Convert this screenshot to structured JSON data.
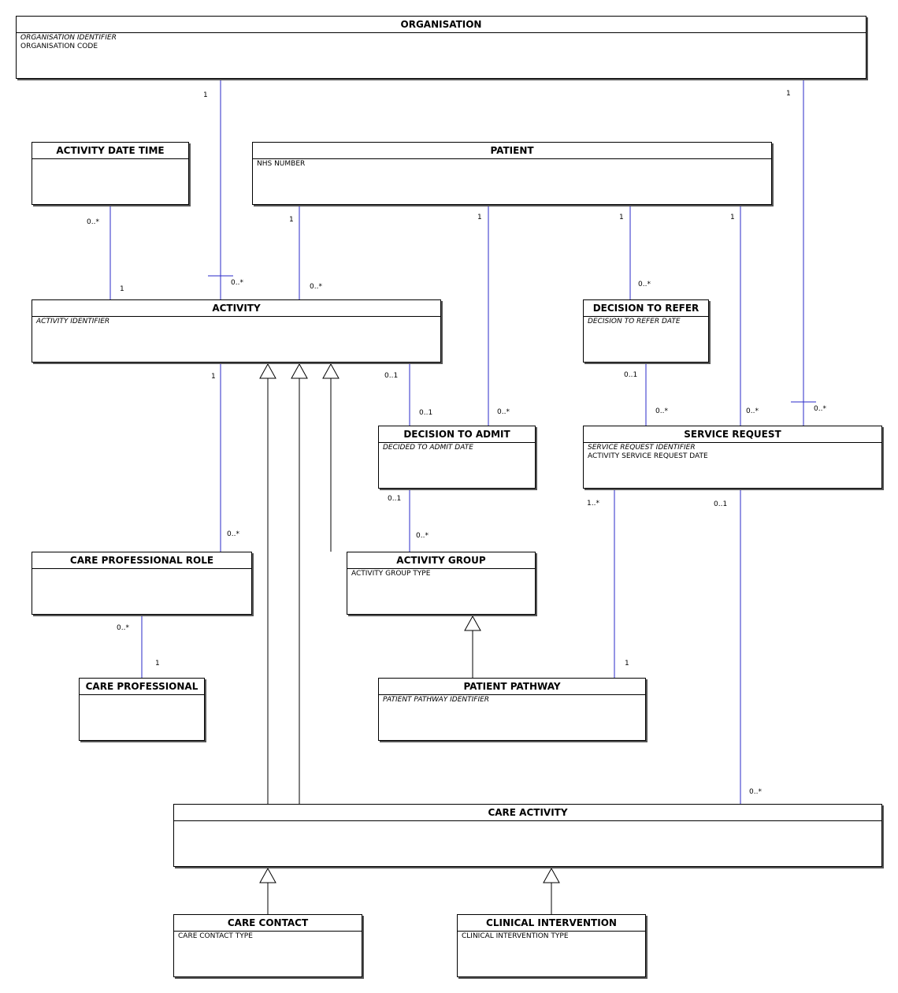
{
  "entities": {
    "organisation": {
      "name": "ORGANISATION",
      "attributes": [
        {
          "text": "ORGANISATION IDENTIFIER",
          "key": true
        },
        {
          "text": "ORGANISATION CODE",
          "key": false
        }
      ]
    },
    "activity_date_time": {
      "name": "ACTIVITY DATE TIME",
      "attributes": []
    },
    "patient": {
      "name": "PATIENT",
      "attributes": [
        {
          "text": "NHS NUMBER",
          "key": false
        }
      ]
    },
    "activity": {
      "name": "ACTIVITY",
      "attributes": [
        {
          "text": "ACTIVITY IDENTIFIER",
          "key": true
        }
      ]
    },
    "decision_to_refer": {
      "name": "DECISION TO REFER",
      "attributes": [
        {
          "text": "DECISION TO REFER DATE",
          "key": true
        }
      ]
    },
    "decision_to_admit": {
      "name": "DECISION TO ADMIT",
      "attributes": [
        {
          "text": "DECIDED TO ADMIT DATE",
          "key": true
        }
      ]
    },
    "service_request": {
      "name": "SERVICE REQUEST",
      "attributes": [
        {
          "text": "SERVICE REQUEST IDENTIFIER",
          "key": true
        },
        {
          "text": "ACTIVITY SERVICE REQUEST DATE",
          "key": false
        }
      ]
    },
    "care_professional_role": {
      "name": "CARE PROFESSIONAL ROLE",
      "attributes": []
    },
    "activity_group": {
      "name": "ACTIVITY GROUP",
      "attributes": [
        {
          "text": "ACTIVITY GROUP TYPE",
          "key": false
        }
      ]
    },
    "care_professional": {
      "name": "CARE PROFESSIONAL",
      "attributes": []
    },
    "patient_pathway": {
      "name": "PATIENT PATHWAY",
      "attributes": [
        {
          "text": "PATIENT PATHWAY IDENTIFIER",
          "key": true
        }
      ]
    },
    "care_activity": {
      "name": "CARE ACTIVITY",
      "attributes": []
    },
    "care_contact": {
      "name": "CARE CONTACT",
      "attributes": [
        {
          "text": "CARE CONTACT TYPE",
          "key": false
        }
      ]
    },
    "clinical_intervention": {
      "name": "CLINICAL INTERVENTION",
      "attributes": [
        {
          "text": "CLINICAL INTERVENTION TYPE",
          "key": false
        }
      ]
    }
  },
  "relationships": [
    {
      "from": "organisation",
      "to": "activity",
      "from_mult": "1",
      "to_mult": "0..*"
    },
    {
      "from": "organisation",
      "to": "service_request",
      "from_mult": "1",
      "to_mult": "0..*"
    },
    {
      "from": "activity_date_time",
      "to": "activity",
      "from_mult": "0..*",
      "to_mult": "1"
    },
    {
      "from": "patient",
      "to": "activity",
      "from_mult": "1",
      "to_mult": "0..*"
    },
    {
      "from": "patient",
      "to": "decision_to_admit",
      "from_mult": "1",
      "to_mult": "0..*"
    },
    {
      "from": "patient",
      "to": "decision_to_refer",
      "from_mult": "1",
      "to_mult": "0..*"
    },
    {
      "from": "patient",
      "to": "service_request",
      "from_mult": "1",
      "to_mult": "0..*"
    },
    {
      "from": "activity",
      "to": "care_professional_role",
      "from_mult": "1",
      "to_mult": "0..*"
    },
    {
      "from": "activity",
      "to": "decision_to_admit",
      "from_mult": "0..1",
      "to_mult": "0..1"
    },
    {
      "from": "decision_to_refer",
      "to": "service_request",
      "from_mult": "0..1",
      "to_mult": "0..*"
    },
    {
      "from": "decision_to_admit",
      "to": "activity_group",
      "from_mult": "0..1",
      "to_mult": "0..*"
    },
    {
      "from": "service_request",
      "to": "patient_pathway",
      "from_mult": "1..*",
      "to_mult": "1"
    },
    {
      "from": "service_request",
      "to": "care_activity",
      "from_mult": "0..1",
      "to_mult": "0..*"
    },
    {
      "from": "care_professional_role",
      "to": "care_professional",
      "from_mult": "0..*",
      "to_mult": "1"
    }
  ],
  "generalizations": [
    {
      "general": "activity",
      "specific": "care_activity"
    },
    {
      "general": "activity",
      "specific": "care_activity"
    },
    {
      "general": "activity",
      "specific": "activity_group"
    },
    {
      "general": "activity_group",
      "specific": "patient_pathway"
    },
    {
      "general": "care_activity",
      "specific": "care_contact"
    },
    {
      "general": "care_activity",
      "specific": "clinical_intervention"
    }
  ],
  "colors": {
    "association_line": "#2a2ac8",
    "border": "#000000",
    "shadow": "#555555"
  }
}
